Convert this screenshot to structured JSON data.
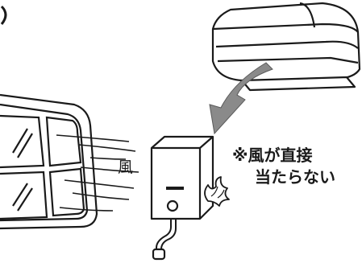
{
  "illustration": {
    "wind_label": "風",
    "note_lines": [
      "※風が直接",
      "当たらない"
    ]
  },
  "colors": {
    "line": "#1a1a1a",
    "airflow_arrow": "#8a8a8a",
    "background": "#ffffff"
  }
}
